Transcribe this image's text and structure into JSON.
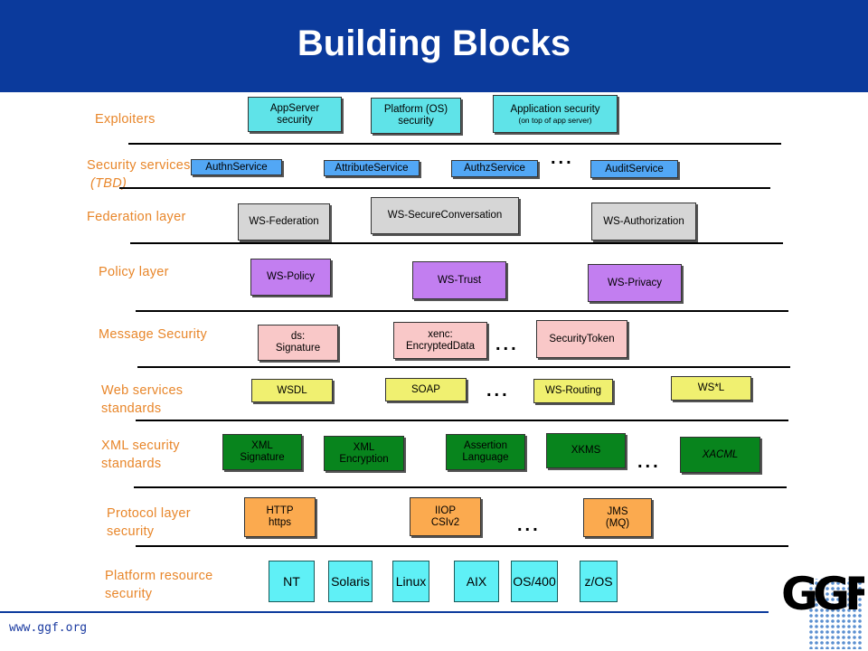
{
  "title": "Building Blocks",
  "footer_url": "www.ggf.org",
  "logo_text": "GGF",
  "dots": "...",
  "layers": {
    "exploiters": {
      "label": "Exploiters"
    },
    "security_services": {
      "label": "Security services",
      "sublabel": "(TBD)"
    },
    "federation": {
      "label": "Federation layer"
    },
    "policy": {
      "label": "Policy layer"
    },
    "message": {
      "label": "Message Security"
    },
    "webservices": {
      "label1": "Web services",
      "label2": "standards"
    },
    "xmlsec": {
      "label1": "XML security",
      "label2": "standards"
    },
    "protocol": {
      "label1": "Protocol layer",
      "label2": "security"
    },
    "platform": {
      "label1": "Platform resource",
      "label2": "security"
    }
  },
  "boxes": {
    "appserver": {
      "l1": "AppServer",
      "l2": "security"
    },
    "platform_os": {
      "l1": "Platform (OS)",
      "l2": "security"
    },
    "appsec": {
      "l1": "Application security",
      "l2": "(on top of app server)"
    },
    "authn": "AuthnService",
    "attribute": "AttributeService",
    "authz": "AuthzService",
    "audit": "AuditService",
    "ws_federation": "WS-Federation",
    "ws_secureconv": "WS-SecureConversation",
    "ws_authorization": "WS-Authorization",
    "ws_policy": "WS-Policy",
    "ws_trust": "WS-Trust",
    "ws_privacy": "WS-Privacy",
    "ds_sig": {
      "l1": "ds:",
      "l2": "Signature"
    },
    "xenc": {
      "l1": "xenc:",
      "l2": "EncryptedData"
    },
    "sectoken": "SecurityToken",
    "wsdl": "WSDL",
    "soap": "SOAP",
    "ws_routing": "WS-Routing",
    "ws_l": "WS*L",
    "xml_sig": {
      "l1": "XML",
      "l2": "Signature"
    },
    "xml_enc": {
      "l1": "XML",
      "l2": "Encryption"
    },
    "assertion": {
      "l1": "Assertion",
      "l2": "Language"
    },
    "xkms": "XKMS",
    "xacml": "XACML",
    "http": {
      "l1": "HTTP",
      "l2": "https"
    },
    "iiop": {
      "l1": "IIOP",
      "l2": "CSIv2"
    },
    "jms": {
      "l1": "JMS",
      "l2": "(MQ)"
    },
    "nt": "NT",
    "solaris": "Solaris",
    "linux": "Linux",
    "aix": "AIX",
    "os400": "OS/400",
    "zos": "z/OS"
  }
}
